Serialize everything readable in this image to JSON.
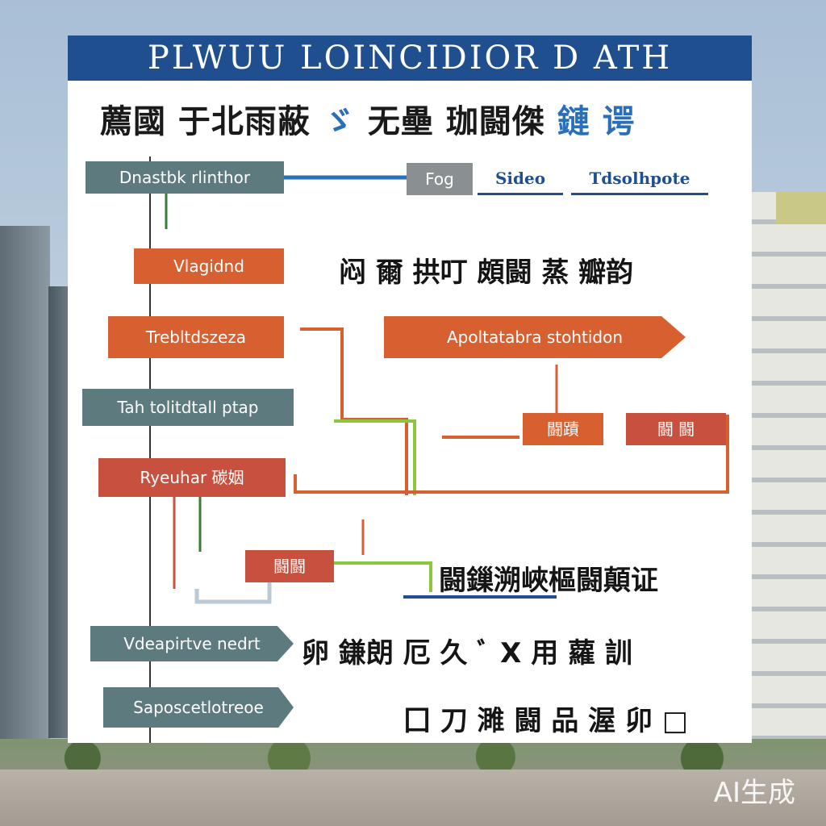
{
  "title": "PLWUU LOINCIDIOR D ATH",
  "subtitle": {
    "left": "薦國 于北雨蔽",
    "accent_mid": "ゞ",
    "mid": "无壘 珈闘傑",
    "accent_end": "鏈 谔"
  },
  "nodes": {
    "top_left": "Dnastbk rlinthor",
    "top_grey": "Fog",
    "top_side": "Sideo",
    "top_right": "Tdsolhpote",
    "v_box": "Vlagidnd",
    "v_text": "闷 爾 拱叮 頗闘 蒸 瓣韵",
    "m_box": "Trebltdszeza",
    "app_box": "Apoltatabra stohtidon",
    "t_box": "Tah tolitdtall ptap",
    "small_box": "闘蹟",
    "small_doc": "闘 闘",
    "r_box": "Ryeuhar 碳姻",
    "brown_box": "闘闘",
    "right_text": "闘鏁溯峽樞闘顛证",
    "vd_box": "Vdeapirtve nedrt",
    "vd_text": "卵 鎌朗 厄 久 ﾞ X 用 蘿 訓",
    "s_box": "Saposcetlotreoe",
    "bottom_text": "囗 刀  濉 闘 品 渥 卯 □"
  },
  "watermark": "AI生成",
  "colors": {
    "title_bar": "#1f4f8f",
    "orange": "#d86030",
    "teal": "#5d7a7e",
    "red": "#c8503e",
    "green": "#8cc63f",
    "blue": "#2a6fb8"
  }
}
